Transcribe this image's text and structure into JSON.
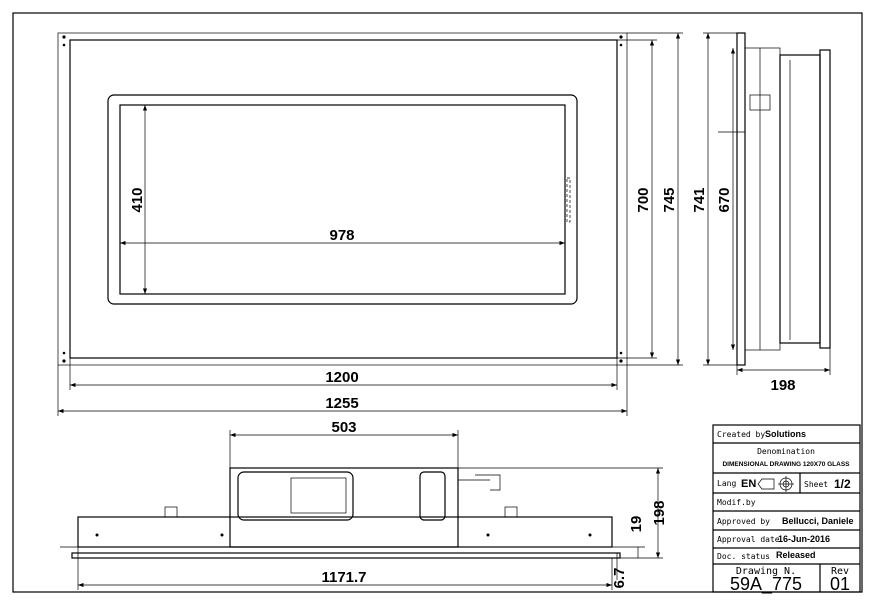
{
  "front_view": {
    "width_inner": "978",
    "height_inner": "410",
    "width_frame": "1200",
    "width_overall": "1255",
    "height_frame": "700",
    "height_overall": "745"
  },
  "side_view": {
    "height_overall": "741",
    "height_inner": "670",
    "depth": "198"
  },
  "bottom_view": {
    "box_width": "503",
    "total_height": "198",
    "flange": "19",
    "glass": "6.7",
    "length": "1171.7"
  },
  "title_block": {
    "created_by_label": "Created by",
    "created_by": "Solutions",
    "denomination_label": "Denomination",
    "denomination": "DIMENSIONAL DRAWING 120X70 GLASS",
    "lang_label": "Lang",
    "lang": "EN",
    "sheet_label": "Sheet",
    "sheet": "1/2",
    "modif_label": "Modif.by",
    "approved_label": "Approved by",
    "approved_by": "Bellucci, Daniele",
    "approval_date_label": "Approval date",
    "approval_date": "16-Jun-2016",
    "status_label": "Doc. status",
    "status": "Released",
    "drawing_label": "Drawing N.",
    "drawing_number": "59A_775",
    "rev_label": "Rev",
    "rev": "01"
  }
}
